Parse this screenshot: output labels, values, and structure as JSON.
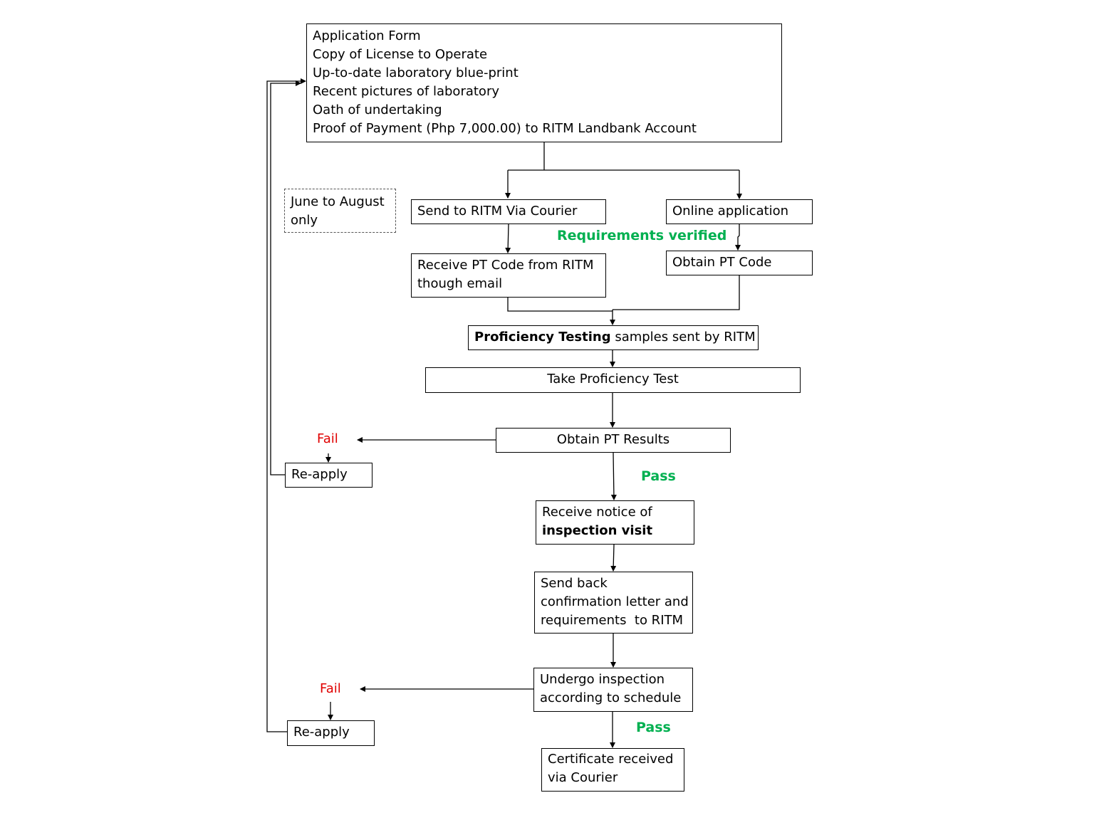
{
  "application_box": {
    "lines": [
      "Application Form",
      "Copy of License to Operate",
      "Up-to-date laboratory blue-print",
      "Recent pictures of laboratory",
      "Oath of undertaking",
      "Proof of Payment (Php 7,000.00)  to RITM Landbank Account"
    ]
  },
  "note": {
    "lines": [
      "June to August",
      "only"
    ]
  },
  "courier": {
    "send": "Send to RITM Via Courier",
    "receive_lines": [
      "Receive PT Code from RITM",
      "though email"
    ]
  },
  "online": {
    "apply": "Online application",
    "obtain": "Obtain PT Code"
  },
  "requirements_verified": "Requirements verified",
  "pt_samples": {
    "bold": "Proficiency Testing",
    "rest": " samples sent by RITM"
  },
  "take_test": "Take Proficiency Test",
  "pt_results": "Obtain PT Results",
  "fail_1": "Fail",
  "reapply_1": "Re-apply",
  "pass_1": "Pass",
  "notice": {
    "line1": "Receive notice of",
    "line2_bold": "inspection visit"
  },
  "send_back": {
    "lines": [
      "Send back",
      "confirmation letter and",
      "requirements  to RITM"
    ]
  },
  "inspection": {
    "lines": [
      "Undergo inspection",
      "according to schedule"
    ]
  },
  "fail_2": "Fail",
  "reapply_2": "Re-apply",
  "pass_2": "Pass",
  "certificate": {
    "lines": [
      "Certificate received",
      "via Courier"
    ]
  },
  "colors": {
    "pass": "#00b050",
    "fail": "#e00000",
    "line": "#000000"
  }
}
